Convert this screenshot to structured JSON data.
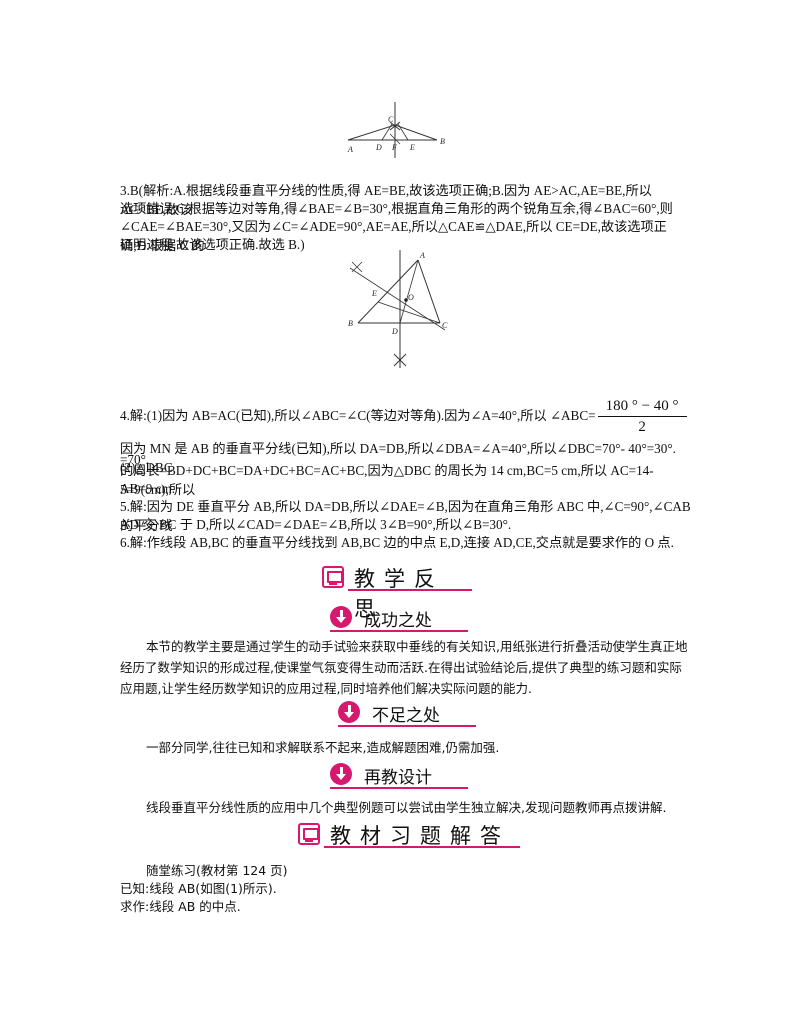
{
  "fig1": {
    "labels": [
      "C",
      "A",
      "D",
      "F",
      "E",
      "B"
    ]
  },
  "q3": {
    "line1": "3.B(解析:A.根据线段垂直平分线的性质,得 AE=BE,故该选项正确;B.因为 AE>AC,AE=BE,所以 AC<BE,故该",
    "line2": "选项错误;C.根据等边对等角,得∠BAE=∠B=30°,根据直角三角形的两个锐角互余,得∠BAC=60°,则",
    "line3": "∠CAE=∠BAE=30°,又因为∠C=∠ADE=90°,AE=AE,所以△CAE≌△DAE,所以 CE=DE,故该选项正确;D.根据 C 的",
    "line4": "证明过程,故该选项正确.故选 B.)"
  },
  "fig2": {
    "labels": [
      "A",
      "E",
      "O",
      "B",
      "D",
      "C"
    ]
  },
  "q4": {
    "pre": "4.解:(1)因为 AB=AC(已知),所以∠ABC=∠C(等边对等角).因为∠A=40°,所以 ∠ABC=",
    "frac_num": "180 ° − 40 °",
    "frac_den": "2",
    "post": "=70°.",
    "line2": "因为 MN 是 AB 的垂直平分线(已知),所以 DA=DB,所以∠DBA=∠A=40°,所以∠DBC=70°- 40°=30°.    (2)△DBC",
    "line3": "的周长=BD+DC+BC=DA+DC+BC=AC+BC,因为△DBC 的周长为 14 cm,BC=5 cm,所以 AC=14- 5=9(cm),所以",
    "line4": "AB=9 cm."
  },
  "q5": {
    "line1": "5.解:因为 DE 垂直平分 AB,所以 DA=DB,所以∠DAE=∠B,因为在直角三角形 ABC 中,∠C=90°,∠CAB 的平分线",
    "line2": "AD 交 BC 于 D,所以∠CAD=∠DAE=∠B,所以 3∠B=90°,所以∠B=30°."
  },
  "q6": {
    "line1": "6.解:作线段 AB,BC 的垂直平分线找到 AB,BC 边的中点 E,D,连接 AD,CE,交点就是要求作的 O 点."
  },
  "section_reflection": {
    "title": "教学反思"
  },
  "success": {
    "title": "成功之处",
    "line1": "本节的教学主要是通过学生的动手试验来获取中垂线的有关知识,用纸张进行折叠活动使学生真正地",
    "line2": "经历了数学知识的形成过程,使课堂气氛变得生动而活跃.在得出试验结论后,提供了典型的练习题和实际",
    "line3": "应用题,让学生经历数学知识的应用过程,同时培养他们解决实际问题的能力."
  },
  "shortcoming": {
    "title": "不足之处",
    "line1": "一部分同学,往往已知和求解联系不起来,造成解题困难,仍需加强."
  },
  "redesign": {
    "title": "再教设计",
    "line1": "线段垂直平分线性质的应用中几个典型例题可以尝试由学生独立解决,发现问题教师再点拨讲解."
  },
  "section_textbook": {
    "title": "教材习题解答"
  },
  "exercise": {
    "line1": "随堂练习(教材第 124 页)",
    "line2": "已知:线段 AB(如图(1)所示).",
    "line3": "求作:线段 AB 的中点."
  },
  "colors": {
    "accent": "#d6186f"
  }
}
